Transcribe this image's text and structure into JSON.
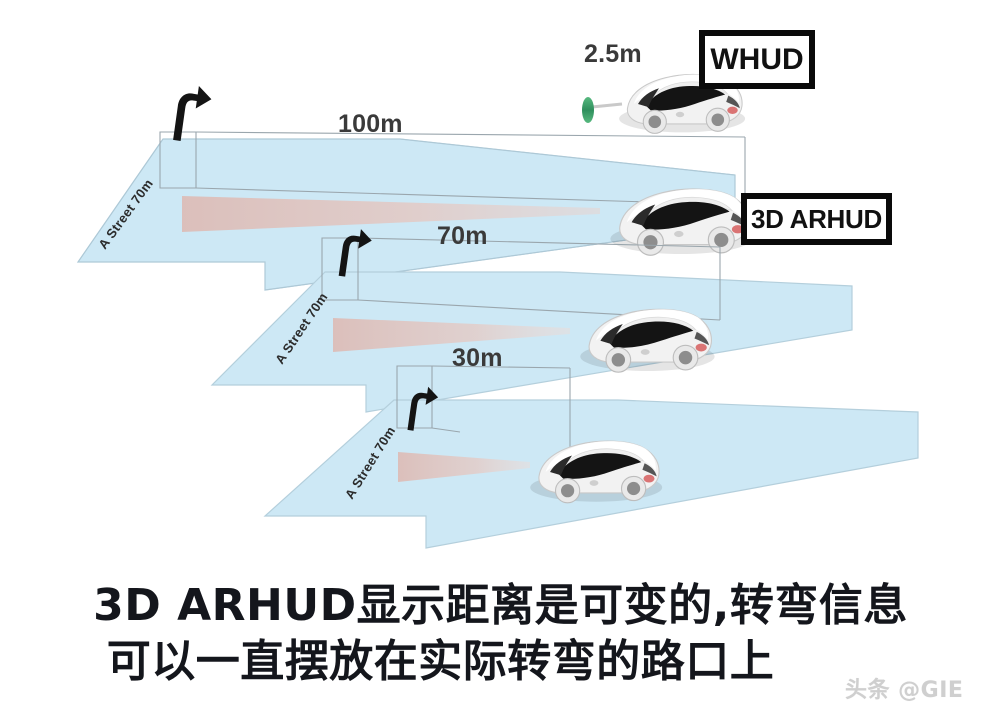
{
  "figure": {
    "type": "isometric-diagram",
    "subject": "3D ARHUD vs WHUD projection distance comparison",
    "background_color": "#ffffff",
    "road_color": "#cde8f5",
    "road_edge_color": "#a9c4d2",
    "beam_color": "#e0c4c0",
    "hud_plane_color": "#3fa06a",
    "text_color": "#3a3a3a",
    "caption_color": "#14161c"
  },
  "labels": {
    "whud_badge": "WHUD",
    "arhud_badge": "3D ARHUD",
    "distance_whud": "2.5m",
    "distance_row1": "100m",
    "distance_row2": "70m",
    "distance_row3": "30m"
  },
  "streets": [
    {
      "name": "A Street 70m",
      "row": 1
    },
    {
      "name": "A Street 70m",
      "row": 2
    },
    {
      "name": "A Street 70m",
      "row": 3
    }
  ],
  "rows": [
    {
      "id": "row-1",
      "projection_distance": "100m",
      "car_label": "3D ARHUD",
      "turn_arrow": "left-turn-arrow",
      "description": "Top road plane with AR beam reaching the far intersection at 100m"
    },
    {
      "id": "row-2",
      "projection_distance": "70m",
      "turn_arrow": "left-turn-arrow",
      "description": "Middle road plane with AR beam reaching the intersection at 70m"
    },
    {
      "id": "row-3",
      "projection_distance": "30m",
      "turn_arrow": "left-turn-arrow",
      "description": "Bottom road plane with AR beam reaching the intersection at 30m"
    }
  ],
  "whud_row": {
    "id": "row-0",
    "projection_distance": "2.5m",
    "badge": "WHUD",
    "description": "Windshield HUD car with a small green virtual image plane 2.5m ahead"
  },
  "caption": {
    "line1": "3D ARHUD显示距离是可变的,转弯信息",
    "line2": "可以一直摆放在实际转弯的路口上"
  },
  "watermark": {
    "text": "头条 @GIE"
  }
}
